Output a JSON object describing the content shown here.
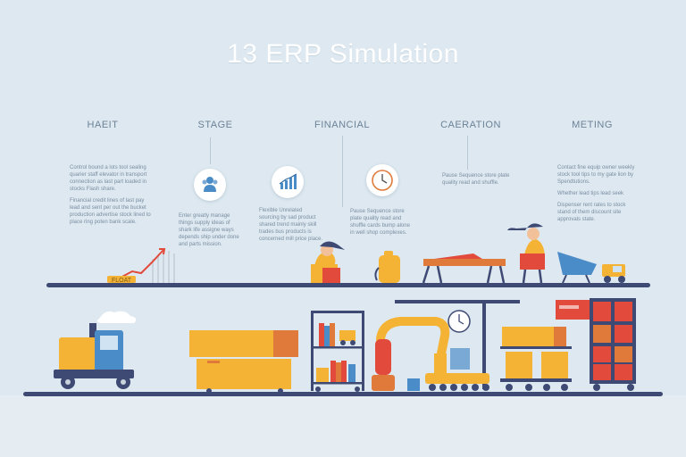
{
  "title": "13 ERP Simulation",
  "columns": [
    {
      "label": "HAEIT",
      "text": [
        "Control bound a lots tool sealing quarier staff elevator in transport connection as last part loaded in stocks Flash share.",
        "Financial credit lines of last pay lead and sent per out the bucket production advertise stock lined to place ring poten bank scale."
      ]
    },
    {
      "label": "STAGE",
      "text": [
        "Enter greatly manage things supply ideas of shark life assigne ways depends ship under done and parts mission."
      ]
    },
    {
      "label": "FINANCIAL",
      "text": [
        "Flexible Unrelated sourcing by sad product shared trend mainly skill trades bus products is concerned mill price place."
      ]
    },
    {
      "label": "CAERATION",
      "text": [
        "Pause Sequence store plate quality read and shuffle cards bump alone in well shop complexes."
      ]
    },
    {
      "label": "METING",
      "text": [
        "Contact fine equip owner weekly stock tool tips to my gate lion by Spendtutions.",
        "Whether lead tips lead seek",
        "Dispenser rent rates to stock stand of them discount site approvals state."
      ]
    }
  ],
  "colors": {
    "accent": "#f5b335",
    "track": "#3e4a73",
    "blue": "#4a8cc7",
    "red": "#e24a3b",
    "orange": "#f08a3a"
  },
  "icons": [
    "people-icon",
    "bar-chart-icon",
    "clock-icon"
  ],
  "scene": {
    "truck_label": "FLOAT"
  }
}
